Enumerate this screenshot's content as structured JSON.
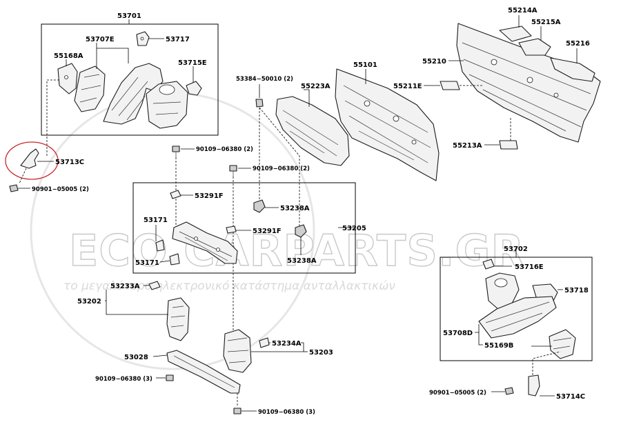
{
  "watermark": {
    "brand": "ECO  CARPARTS.GR",
    "tagline": "το μεγαλύτερο ηλεκτρονικό κατάστημα ανταλλακτικών"
  },
  "labels": {
    "p53701": "53701",
    "p53707E": "53707E",
    "p53717": "53717",
    "p55168A": "55168A",
    "p53715E": "53715E",
    "p53713C": "53713C",
    "p90901_left": "90901−05005 (2)",
    "p53384": "53384−50010 (2)",
    "p55223A": "55223A",
    "p55101": "55101",
    "p55214A": "55214A",
    "p55215A": "55215A",
    "p55216": "55216",
    "p55210": "55210",
    "p55211E": "55211E",
    "p55213A": "55213A",
    "p90109_a": "90109−06380 (2)",
    "p90109_b": "90109−06380 (2)",
    "p53291F_a": "53291F",
    "p53238A_a": "53238A",
    "p53171_a": "53171",
    "p53291F_b": "53291F",
    "p53205": "53205",
    "p53171_b": "53171",
    "p53238A_b": "53238A",
    "p53233A": "53233A",
    "p53202": "53202",
    "p53028": "53028",
    "p53234A": "53234A",
    "p53203": "53203",
    "p90109_c": "90109−06380 (3)",
    "p90109_d": "90109−06380 (3)",
    "p53702": "53702",
    "p53716E": "53716E",
    "p53718": "53718",
    "p53708D": "53708D",
    "p55169B": "55169B",
    "p90901_right": "90901−05005 (2)",
    "p53714C": "53714C"
  }
}
